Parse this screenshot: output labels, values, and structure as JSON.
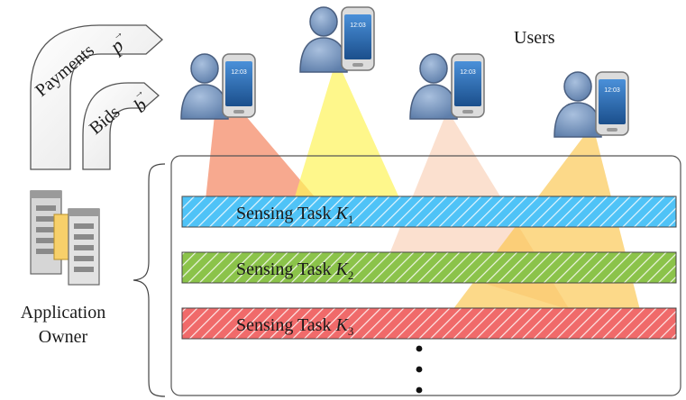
{
  "labels": {
    "users": "Users",
    "payments": "Payments",
    "payments_symbol": "p",
    "bids": "Bids",
    "bids_symbol": "b",
    "owner_line1": "Application",
    "owner_line2": "Owner",
    "ellipsis": "⋮"
  },
  "tasks": [
    {
      "prefix": "Sensing Task ",
      "var": "K",
      "sub": "1",
      "color": "#4fc3f7"
    },
    {
      "prefix": "Sensing Task ",
      "var": "K",
      "sub": "2",
      "color": "#8bc34a"
    },
    {
      "prefix": "Sensing Task ",
      "var": "K",
      "sub": "3",
      "color": "#f06a6a"
    }
  ],
  "colors": {
    "beam_salmon": "#f4855f",
    "beam_yellow": "#fdf35a",
    "beam_peach": "#f8c7a8",
    "beam_orange": "#fbc54a",
    "person": "#7c9bc4",
    "arrow_fill": "#f3f3f3"
  },
  "icons": [
    "user-with-phone-icon",
    "server-icon",
    "payments-arrow-icon",
    "bids-arrow-icon",
    "curly-brace-icon"
  ]
}
